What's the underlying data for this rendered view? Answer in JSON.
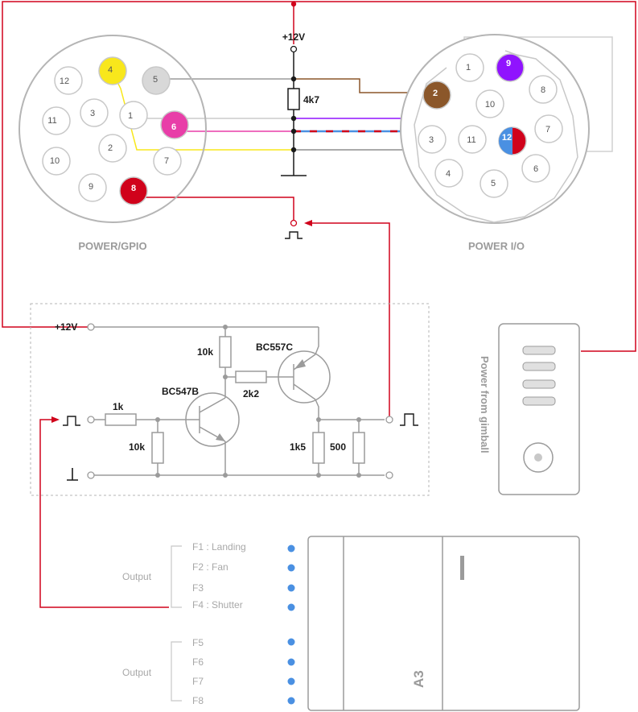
{
  "colors": {
    "red": "#d0021b",
    "gray": "#9b9b9b",
    "yellow": "#f8e71c",
    "brown": "#8b572a",
    "purple": "#9013fe",
    "pink": "#e83ea8",
    "blue": "#4a90e2",
    "black": "#1a1a1a"
  },
  "power_top": {
    "label": "+12V"
  },
  "resistor_pullup": {
    "label": "4k7"
  },
  "connector_gpio": {
    "title": "POWER/GPIO",
    "pins": {
      "p1": "1",
      "p2": "2",
      "p3": "3",
      "p4": "4",
      "p5": "5",
      "p6": "6",
      "p7": "7",
      "p8": "8",
      "p9": "9",
      "p10": "10",
      "p11": "11",
      "p12": "12"
    }
  },
  "connector_io": {
    "title": "POWER I/O",
    "pins": {
      "p1": "1",
      "p2": "2",
      "p3": "3",
      "p4": "4",
      "p5": "5",
      "p6": "6",
      "p7": "7",
      "p8": "8",
      "p9": "9",
      "p10": "10",
      "p11": "11",
      "p12": "12"
    }
  },
  "circuit": {
    "vcc_label": "+12V",
    "r_10k_top": "10k",
    "r_2k2": "2k2",
    "r_1k": "1k",
    "r_10k_bottom": "10k",
    "r_1k5": "1k5",
    "r_500": "500",
    "q_pnp": "BC557C",
    "q_npn": "BC547B"
  },
  "gimbal": {
    "label": "Power from gimball"
  },
  "outputs": {
    "group1_label": "Output",
    "group1": [
      "F1 : Landing",
      "F2 : Fan",
      "F3",
      "F4 : Shutter"
    ],
    "group2_label": "Output",
    "group2": [
      "F5",
      "F6",
      "F7",
      "F8"
    ]
  },
  "module": {
    "label": "A3"
  }
}
